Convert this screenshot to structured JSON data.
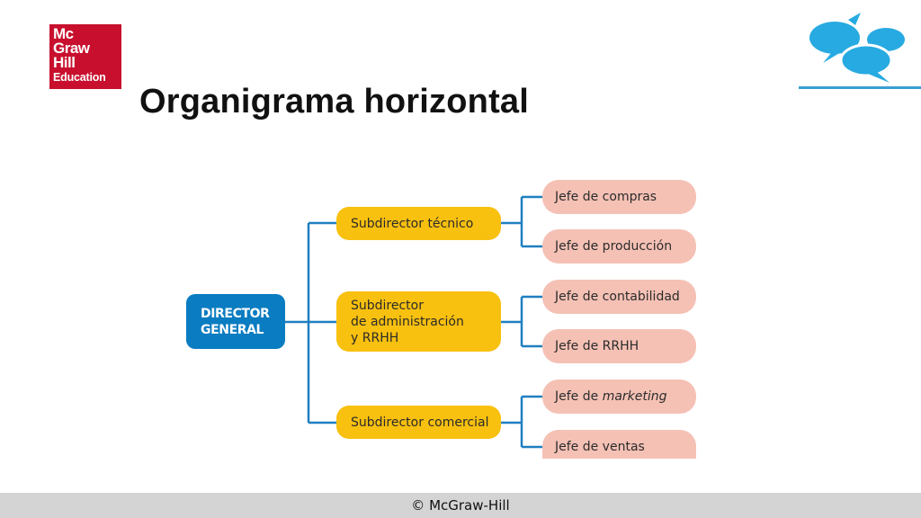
{
  "logo": {
    "line1": "Mc",
    "line2": "Graw",
    "line3": "Hill",
    "line4": "Education"
  },
  "title": "Organigrama horizontal",
  "colors": {
    "brand_red": "#c8102e",
    "blue": "#0a7cc1",
    "yellow": "#f8c00f",
    "pink": "#f5c1b5",
    "line": "#1f7fc0"
  },
  "icons": [
    "speech-bubbles-icon"
  ],
  "org": {
    "root": {
      "line1": "DIRECTOR",
      "line2": "GENERAL"
    },
    "subdirectors": [
      {
        "line1": "Subdirector técnico",
        "line2": "",
        "line3": ""
      },
      {
        "line1": "Subdirector",
        "line2": "de administración",
        "line3": "y RRHH"
      },
      {
        "line1": "Subdirector comercial",
        "line2": "",
        "line3": ""
      }
    ],
    "jefes": [
      {
        "prefix": "Jefe de compras",
        "italic": ""
      },
      {
        "prefix": "Jefe de producción",
        "italic": ""
      },
      {
        "prefix": "Jefe de contabilidad",
        "italic": ""
      },
      {
        "prefix": "Jefe de RRHH",
        "italic": ""
      },
      {
        "prefix": "Jefe de ",
        "italic": "marketing"
      },
      {
        "prefix": "Jefe de ventas",
        "italic": ""
      }
    ]
  },
  "footer": "© McGraw-Hill"
}
